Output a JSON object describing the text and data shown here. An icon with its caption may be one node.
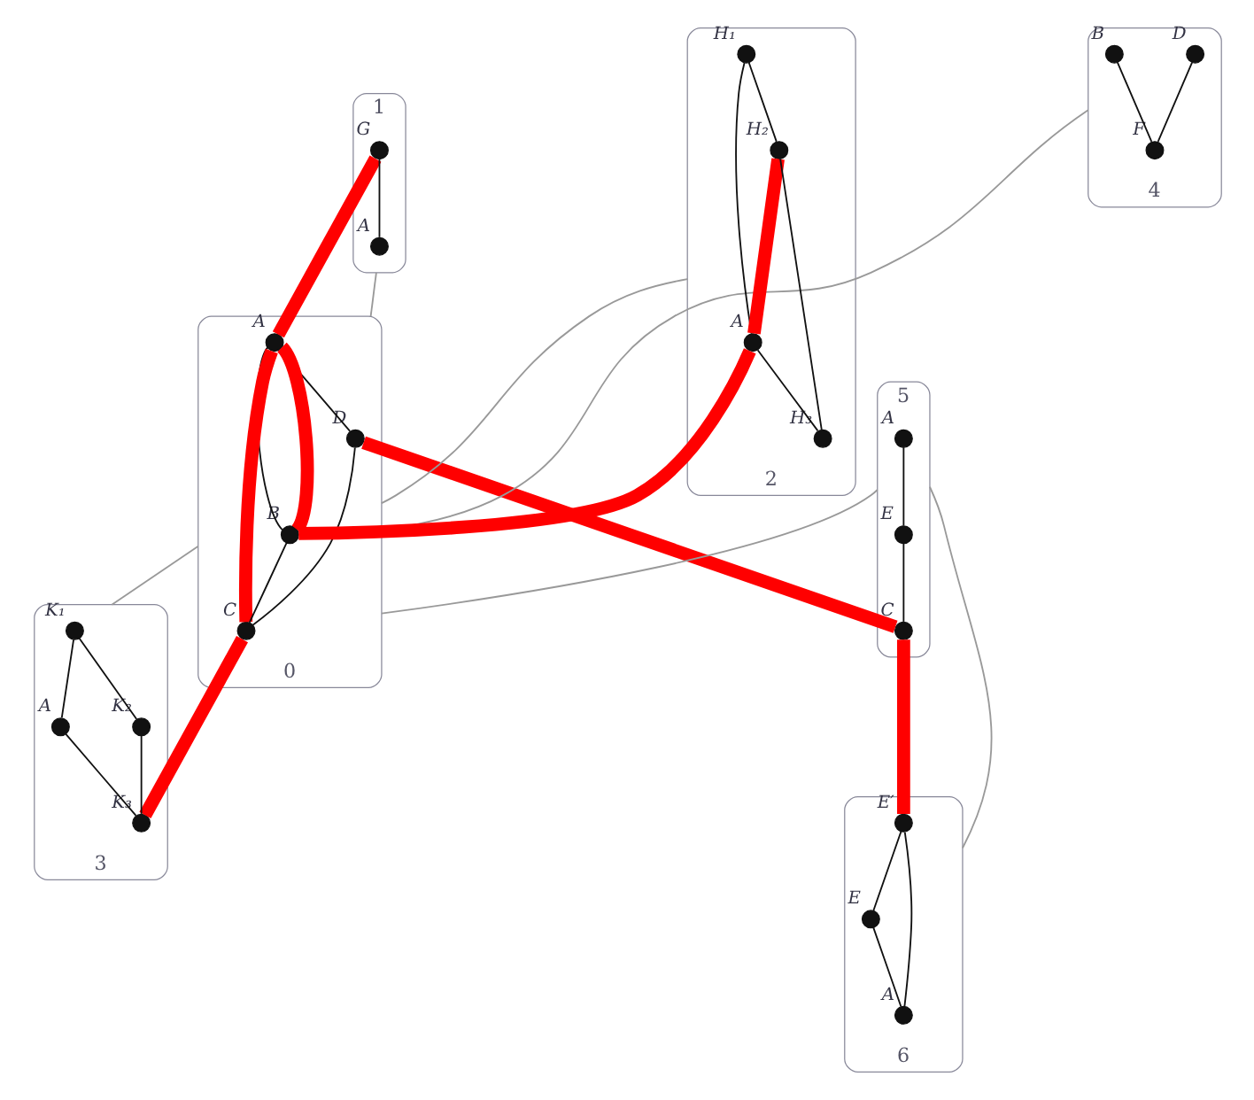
{
  "diagram": {
    "nodes": [
      {
        "text": [
          "0"
        ]
      },
      {
        "text": [],
        "shape": "circle",
        "beside": [
          "A"
        ],
        "in": 0
      },
      {
        "text": [],
        "shape": "circle",
        "beside": [
          "D"
        ],
        "in": 0
      },
      {
        "text": [],
        "shape": "circle",
        "beside": [
          "B"
        ],
        "in": 0
      },
      {
        "text": [],
        "shape": "circle",
        "beside": [
          "C"
        ],
        "in": 0
      },
      {
        "text": [
          "1"
        ]
      },
      {
        "text": [],
        "shape": "circle",
        "beside": [
          "G"
        ],
        "in": 5
      },
      {
        "text": [],
        "shape": "circle",
        "beside": [
          "A"
        ],
        "in": 5
      },
      {
        "text": [
          "2"
        ]
      },
      {
        "text": [],
        "shape": "circle",
        "beside": [
          "H₁"
        ],
        "in": 8
      },
      {
        "text": [],
        "shape": "circle",
        "beside": [
          "A"
        ],
        "in": 8
      },
      {
        "text": [],
        "shape": "circle",
        "beside": [
          "H₂"
        ],
        "in": 8
      },
      {
        "text": [],
        "shape": "circle",
        "beside": [
          "H₃"
        ],
        "in": 8
      },
      {
        "text": [
          "3"
        ]
      },
      {
        "text": [],
        "shape": "circle",
        "beside": [
          "K₁"
        ],
        "in": 13
      },
      {
        "text": [],
        "shape": "circle",
        "beside": [
          "A"
        ],
        "in": 13
      },
      {
        "text": [],
        "shape": "circle",
        "beside": [
          "K₂"
        ],
        "in": 13
      },
      {
        "text": [],
        "shape": "circle",
        "beside": [
          "K₃"
        ],
        "in": 13
      },
      {
        "text": [
          "4"
        ]
      },
      {
        "text": [],
        "shape": "circle",
        "beside": [
          "D"
        ],
        "in": 18
      },
      {
        "text": [],
        "shape": "circle",
        "beside": [
          "B"
        ],
        "in": 18
      },
      {
        "text": [],
        "shape": "circle",
        "beside": [
          "F"
        ],
        "in": 18
      },
      {
        "text": [
          "5"
        ]
      },
      {
        "text": [],
        "shape": "circle",
        "beside": [
          "A"
        ],
        "in": 22
      },
      {
        "text": [],
        "shape": "circle",
        "beside": [
          "E"
        ],
        "in": 22
      },
      {
        "text": [],
        "shape": "circle",
        "beside": [
          "C"
        ],
        "in": 22
      },
      {
        "text": [
          "6"
        ]
      },
      {
        "text": [],
        "shape": "circle",
        "beside": [
          "E′"
        ],
        "in": 26
      },
      {
        "text": [],
        "shape": "circle",
        "beside": [
          "E"
        ],
        "in": 26
      },
      {
        "text": [],
        "shape": "circle",
        "beside": [
          "A"
        ],
        "in": 26
      }
    ],
    "edges": [
      {
        "from": 1,
        "to": 2,
        "arrow": "none"
      },
      {
        "from": 1,
        "to": 3,
        "arrow": "none"
      },
      {
        "from": 3,
        "to": 4,
        "arrow": "none"
      },
      {
        "from": 2,
        "to": 4,
        "arrow": "none"
      },
      {
        "from": 6,
        "to": 7,
        "arrow": "none"
      },
      {
        "from": 9,
        "to": 10,
        "arrow": "none"
      },
      {
        "from": 9,
        "to": 11,
        "arrow": "none"
      },
      {
        "from": 11,
        "to": 12,
        "arrow": "none"
      },
      {
        "from": 10,
        "to": 12,
        "arrow": "none"
      },
      {
        "from": 14,
        "to": 15,
        "arrow": "none"
      },
      {
        "from": 14,
        "to": 16,
        "arrow": "none"
      },
      {
        "from": 16,
        "to": 17,
        "arrow": "none"
      },
      {
        "from": 15,
        "to": 17,
        "arrow": "none"
      },
      {
        "from": 19,
        "to": 21,
        "arrow": "none"
      },
      {
        "from": 20,
        "to": 21,
        "arrow": "none"
      },
      {
        "from": 23,
        "to": 24,
        "arrow": "none"
      },
      {
        "from": 24,
        "to": 25,
        "arrow": "none"
      },
      {
        "from": 27,
        "to": 28,
        "arrow": "none"
      },
      {
        "from": 28,
        "to": 29,
        "arrow": "none"
      },
      {
        "from": 27,
        "to": 29,
        "arrow": "none"
      },
      {
        "from": 0,
        "to": 5,
        "arrow": "none",
        "color": "#999999"
      },
      {
        "from": 0,
        "to": 8,
        "arrow": "none",
        "color": "#999999"
      },
      {
        "from": 0,
        "to": 13,
        "arrow": "none",
        "color": "#999999"
      },
      {
        "from": 0,
        "to": 18,
        "arrow": "none",
        "color": "#999999"
      },
      {
        "from": 0,
        "to": 22,
        "arrow": "none",
        "color": "#999999"
      },
      {
        "from": 22,
        "to": 26,
        "arrow": "none",
        "color": "#999999"
      },
      {
        "from": 6,
        "to": 1,
        "arrow": "none",
        "style": "thick",
        "color": "#ff0000"
      },
      {
        "from": 1,
        "to": 4,
        "arrow": "none",
        "style": "thick",
        "color": "#ff0000"
      },
      {
        "from": 4,
        "to": 17,
        "arrow": "none",
        "style": "thick",
        "color": "#ff0000"
      },
      {
        "from": 11,
        "to": 10,
        "arrow": "none",
        "style": "thick",
        "color": "#ff0000"
      },
      {
        "from": 10,
        "to": 3,
        "arrow": "none",
        "style": "thick",
        "color": "#ff0000"
      },
      {
        "from": 3,
        "to": 1,
        "arrow": "none",
        "style": "thick",
        "color": "#ff0000"
      },
      {
        "from": 2,
        "to": 25,
        "arrow": "none",
        "style": "thick",
        "color": "#ff0000"
      },
      {
        "from": 25,
        "to": 27,
        "arrow": "none",
        "style": "thick",
        "color": "#ff0000"
      }
    ]
  }
}
